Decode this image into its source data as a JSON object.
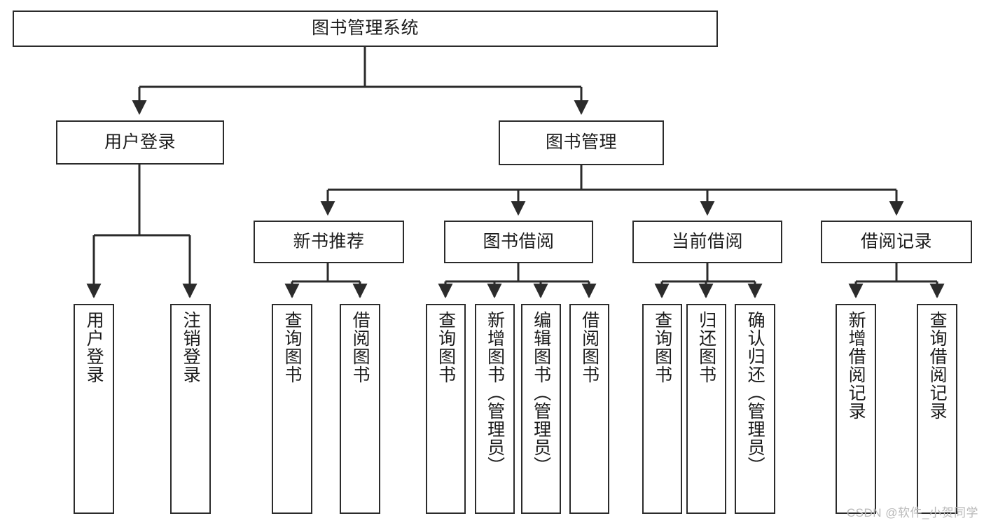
{
  "diagram": {
    "type": "tree",
    "title": "图书管理系统",
    "orientation": "top-down",
    "colors": {
      "box_border": "#2b2b2b",
      "box_fill": "#ffffff",
      "connector": "#2b2b2b",
      "text": "#1b1b1b",
      "watermark": "#b9b9b9",
      "background": "#ffffff"
    }
  },
  "root": {
    "label": "图书管理系统"
  },
  "level2": [
    {
      "label": "用户登录"
    },
    {
      "label": "图书管理"
    }
  ],
  "level3": [
    {
      "label": "新书推荐"
    },
    {
      "label": "图书借阅"
    },
    {
      "label": "当前借阅"
    },
    {
      "label": "借阅记录"
    }
  ],
  "leaves": {
    "user_login": [
      {
        "label": "用户登录"
      },
      {
        "label": "注销登录"
      }
    ],
    "new_book_recommend": [
      {
        "label": "查询图书"
      },
      {
        "label": "借阅图书"
      }
    ],
    "book_borrow": [
      {
        "label": "查询图书"
      },
      {
        "label": "新增图书（管理员）"
      },
      {
        "label": "编辑图书（管理员）"
      },
      {
        "label": "借阅图书"
      }
    ],
    "current_borrow": [
      {
        "label": "查询图书"
      },
      {
        "label": "归还图书"
      },
      {
        "label": "确认归还（管理员）"
      }
    ],
    "borrow_records": [
      {
        "label": "新增借阅记录"
      },
      {
        "label": "查询借阅记录"
      }
    ]
  },
  "watermark": {
    "text": "CSDN @软件_小贺同学"
  }
}
